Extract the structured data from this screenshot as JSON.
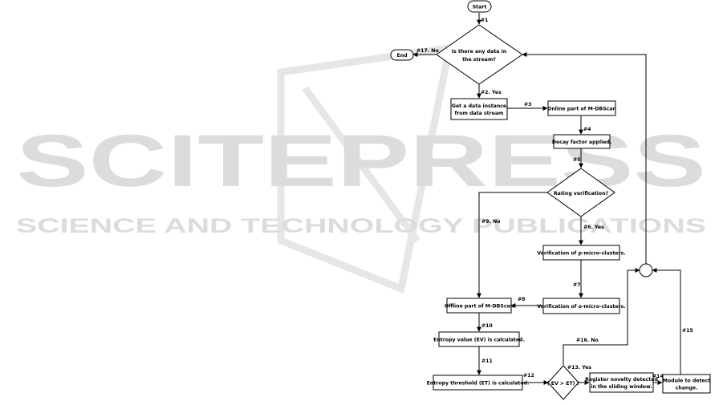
{
  "watermark": {
    "big": "SCITEPRESS",
    "small": "SCIENCE AND TECHNOLOGY PUBLICATIONS",
    "color": "#d9d9d9"
  },
  "nodes": {
    "start": [
      "Start"
    ],
    "end": [
      "End"
    ],
    "d_data": [
      "Is there any data in",
      "the stream?"
    ],
    "get_instance": [
      "Get a data instance",
      "from data stream"
    ],
    "online": [
      "Online part of M-DBScan"
    ],
    "decay": [
      "Decay factor applied."
    ],
    "d_rating": [
      "Rating verification?"
    ],
    "verif_p": [
      "Verification of p-micro-clusters."
    ],
    "verif_o": [
      "Verification of o-micro-clusters."
    ],
    "offline": [
      "Offline part of M-DBScan"
    ],
    "entropy_value": [
      "Entropy value (EV) is calculated."
    ],
    "entropy_threshold": [
      "Entropy threshold (ET) is calculated."
    ],
    "d_ev_et": [
      "( EV > ET) ?"
    ],
    "register": [
      "Register novelty detected",
      "in the sliding window."
    ],
    "module": [
      "Module to detect",
      "change."
    ]
  },
  "edges": {
    "e1": "#1",
    "e17": "#17. No",
    "e2": "#2. Yes",
    "e3": "#3",
    "e4": "#4",
    "e5": "#5",
    "e9": "#9. No",
    "e6": "#6. Yes",
    "e7": "#7",
    "e8": "#8",
    "e10": "#10",
    "e11": "#11",
    "e12": "#12",
    "e16": "#16. No",
    "e13": "#13. Yes",
    "e14": "#14",
    "e15": "#15"
  }
}
